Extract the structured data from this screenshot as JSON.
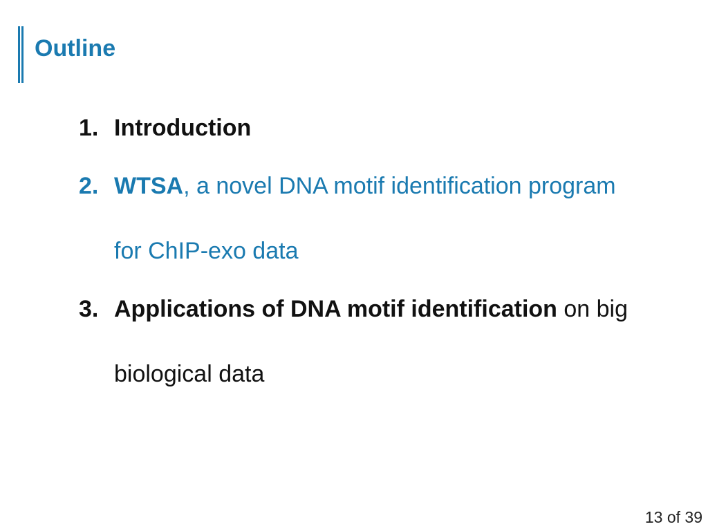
{
  "slide": {
    "title": "Outline",
    "items": [
      {
        "number": "1.",
        "bold_text": "Introduction",
        "rest_text": ""
      },
      {
        "number": "2.",
        "bold_text": "WTSA",
        "rest_text": ", a novel DNA motif identification program for ChIP-exo data"
      },
      {
        "number": "3.",
        "bold_text": "Applications of DNA motif identification",
        "rest_text": " on big biological data"
      }
    ],
    "page_number": "13 of 39"
  },
  "colors": {
    "accent": "#1a7ab0",
    "text": "#111111"
  }
}
